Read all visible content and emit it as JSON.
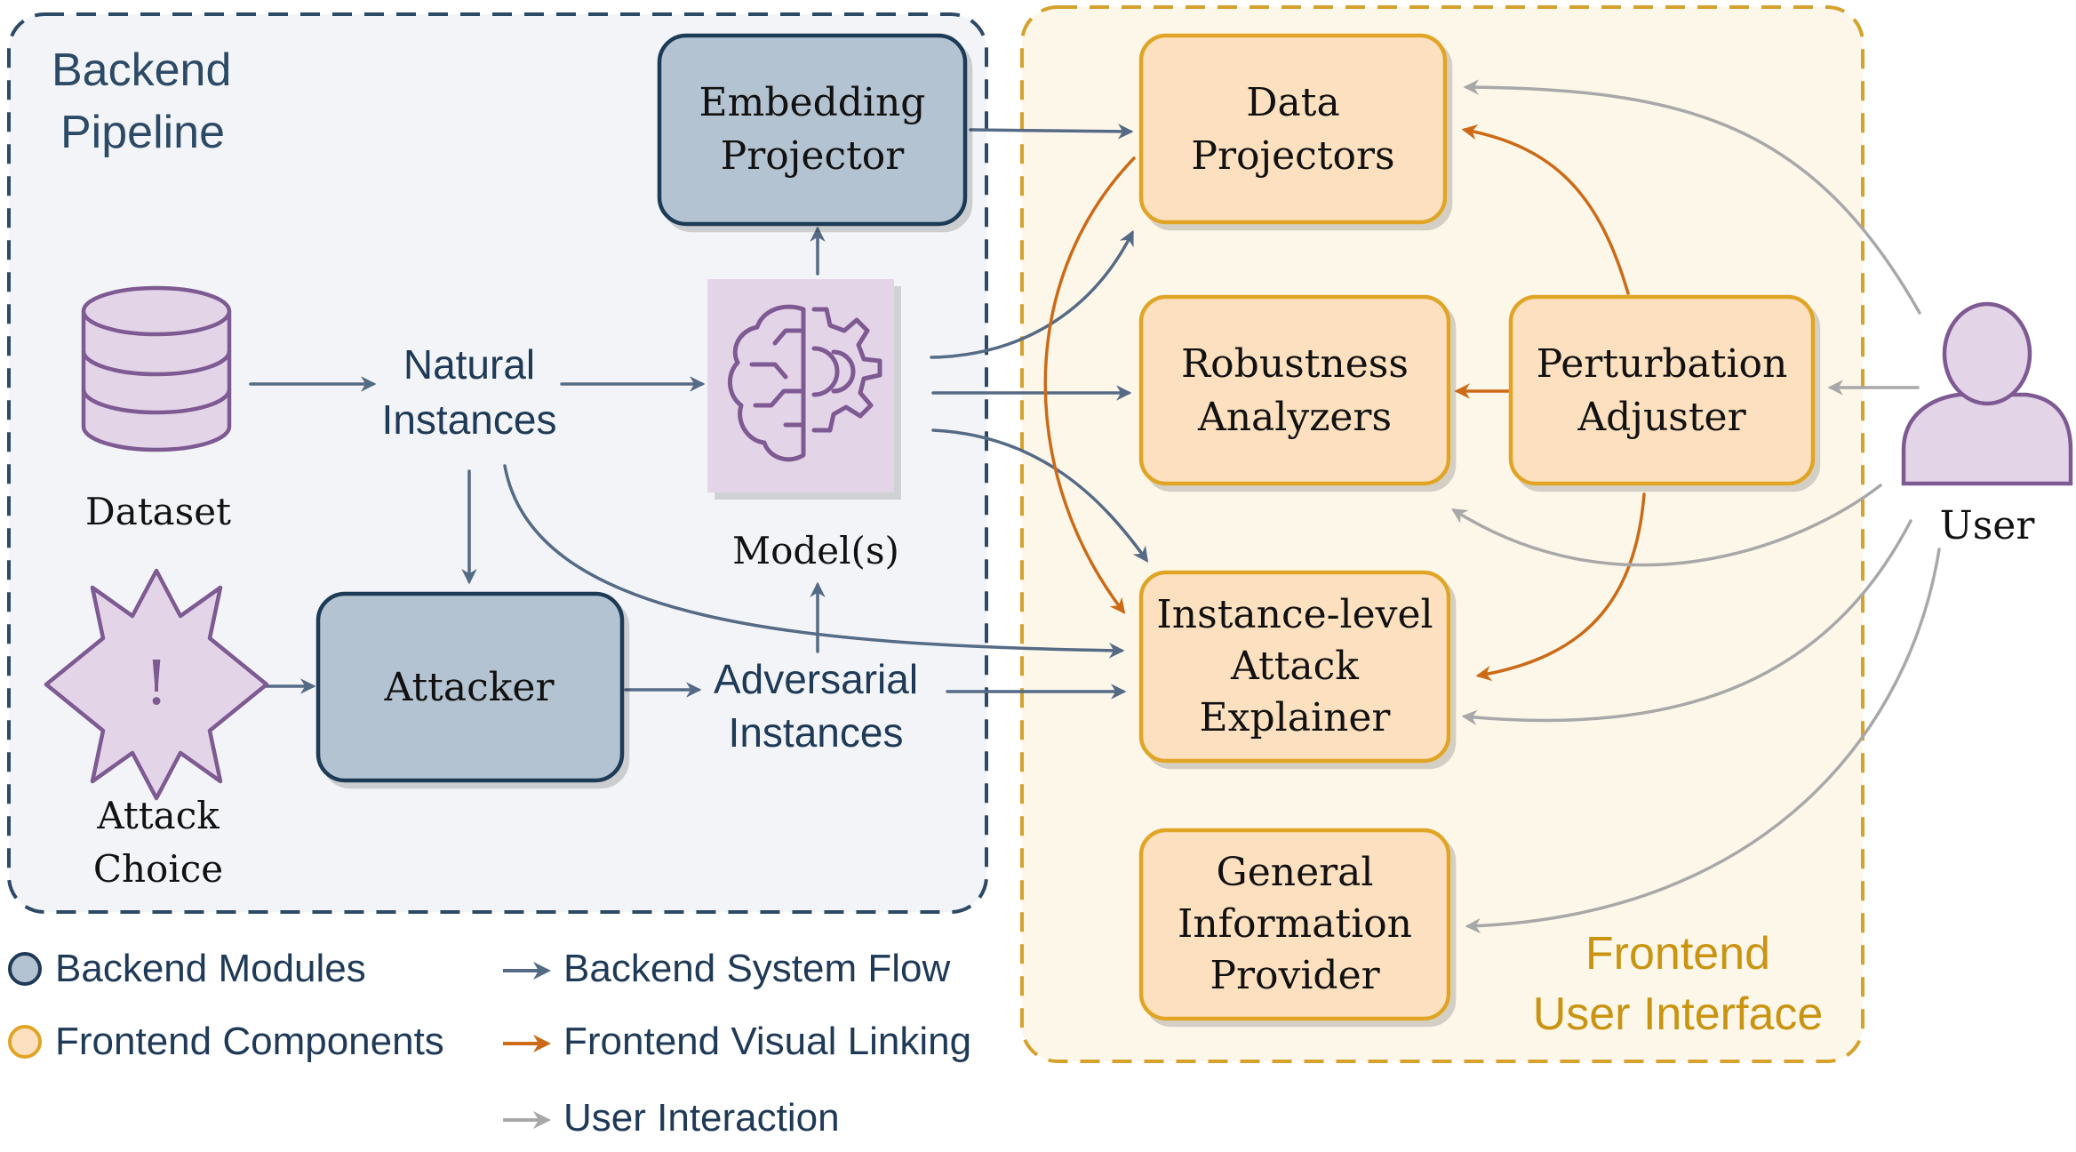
{
  "colors": {
    "backend_fill": "#f2f4f7",
    "backend_border": "#2c4a66",
    "backend_title": "#2c4a66",
    "backend_module_fill": "#b4c3d1",
    "backend_module_border": "#1f3a57",
    "frontend_fill": "#fdf7ea",
    "frontend_border": "#d6a12d",
    "frontend_title": "#c99412",
    "frontend_comp_fill": "#fce0bf",
    "frontend_comp_border": "#e0a526",
    "icon_fill": "#e4d4e8",
    "icon_stroke": "#7e5a93",
    "flow_backend": "#556a85",
    "flow_frontend": "#cc6a17",
    "flow_user": "#a8a8a8"
  },
  "backend": {
    "title_line1": "Backend",
    "title_line2": "Pipeline",
    "dataset_label": "Dataset",
    "natural_line1": "Natural",
    "natural_line2": "Instances",
    "model_label": "Model(s)",
    "embedding_line1": "Embedding",
    "embedding_line2": "Projector",
    "attacker_label": "Attacker",
    "attack_choice_line1": "Attack",
    "attack_choice_line2": "Choice",
    "attack_symbol": "!",
    "adversarial_line1": "Adversarial",
    "adversarial_line2": "Instances"
  },
  "frontend": {
    "title_line1": "Frontend",
    "title_line2": "User Interface",
    "data_projectors_line1": "Data",
    "data_projectors_line2": "Projectors",
    "robustness_line1": "Robustness",
    "robustness_line2": "Analyzers",
    "perturbation_line1": "Perturbation",
    "perturbation_line2": "Adjuster",
    "instance_line1": "Instance-level",
    "instance_line2": "Attack",
    "instance_line3": "Explainer",
    "general_line1": "General",
    "general_line2": "Information",
    "general_line3": "Provider"
  },
  "user_label": "User",
  "legend": {
    "backend_modules": "Backend Modules",
    "frontend_components": "Frontend Components",
    "backend_flow": "Backend System Flow",
    "frontend_linking": "Frontend Visual Linking",
    "user_interaction": "User Interaction"
  }
}
